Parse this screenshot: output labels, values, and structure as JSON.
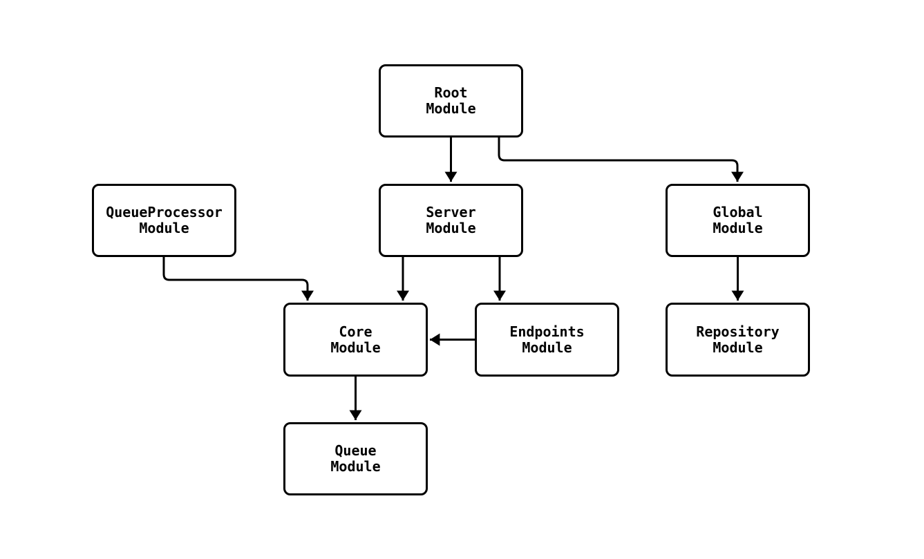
{
  "diagram": {
    "type": "module-dependency-graph",
    "background_color": "#ffffff",
    "node_border_color": "#000000",
    "node_fill_color": "#ffffff",
    "edge_color": "#000000",
    "nodes": {
      "root": {
        "line1": "Root",
        "line2": "Module",
        "label": "Root Module"
      },
      "queueprocessor": {
        "line1": "QueueProcessor",
        "line2": "Module",
        "label": "QueueProcessor Module"
      },
      "server": {
        "line1": "Server",
        "line2": "Module",
        "label": "Server Module"
      },
      "global": {
        "line1": "Global",
        "line2": "Module",
        "label": "Global Module"
      },
      "core": {
        "line1": "Core",
        "line2": "Module",
        "label": "Core Module"
      },
      "endpoints": {
        "line1": "Endpoints",
        "line2": "Module",
        "label": "Endpoints Module"
      },
      "repository": {
        "line1": "Repository",
        "line2": "Module",
        "label": "Repository Module"
      },
      "queue": {
        "line1": "Queue",
        "line2": "Module",
        "label": "Queue Module"
      }
    },
    "edges": [
      {
        "from": "Root Module",
        "to": "Server Module"
      },
      {
        "from": "Root Module",
        "to": "Global Module"
      },
      {
        "from": "QueueProcessor Module",
        "to": "Core Module"
      },
      {
        "from": "Server Module",
        "to": "Core Module"
      },
      {
        "from": "Server Module",
        "to": "Endpoints Module"
      },
      {
        "from": "Endpoints Module",
        "to": "Core Module"
      },
      {
        "from": "Core Module",
        "to": "Queue Module"
      },
      {
        "from": "Global Module",
        "to": "Repository Module"
      }
    ]
  }
}
